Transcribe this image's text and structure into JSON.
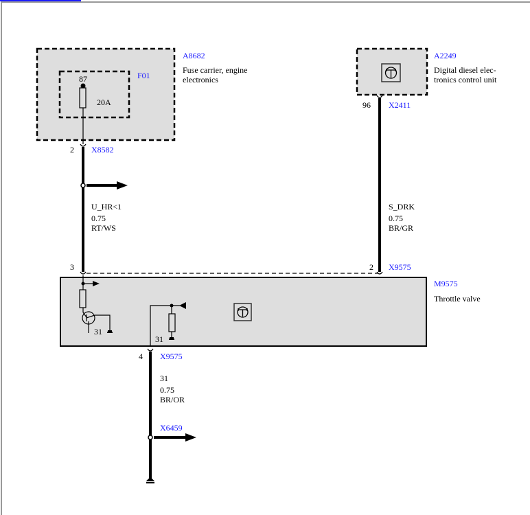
{
  "components": {
    "a8682": {
      "id": "A8682",
      "desc_line1": "Fuse carrier, engine",
      "desc_line2": "electronics"
    },
    "f01": {
      "id": "F01",
      "pin": "87",
      "rating": "20A"
    },
    "a2249": {
      "id": "A2249",
      "desc_line1": "Digital diesel elec-",
      "desc_line2": "tronics control unit"
    },
    "m9575": {
      "id": "M9575",
      "desc": "Throttle valve",
      "ground1": "31",
      "ground2": "31"
    }
  },
  "connectors": {
    "x8582": {
      "id": "X8582",
      "pin": "2"
    },
    "x2411": {
      "id": "X2411",
      "pin": "96"
    },
    "x9575_3": {
      "pin": "3"
    },
    "x9575_2": {
      "id": "X9575",
      "pin": "2"
    },
    "x9575_4": {
      "id": "X9575",
      "pin": "4"
    },
    "x6459": {
      "id": "X6459"
    }
  },
  "wires": {
    "left": {
      "signal": "U_HR<1",
      "size": "0.75",
      "color": "RT/WS"
    },
    "right": {
      "signal": "S_DRK",
      "size": "0.75",
      "color": "BR/GR"
    },
    "bottom": {
      "signal": "31",
      "size": "0.75",
      "color": "BR/OR"
    }
  },
  "colors": {
    "link": "#1a1aff",
    "component_fill": "#dedede"
  }
}
